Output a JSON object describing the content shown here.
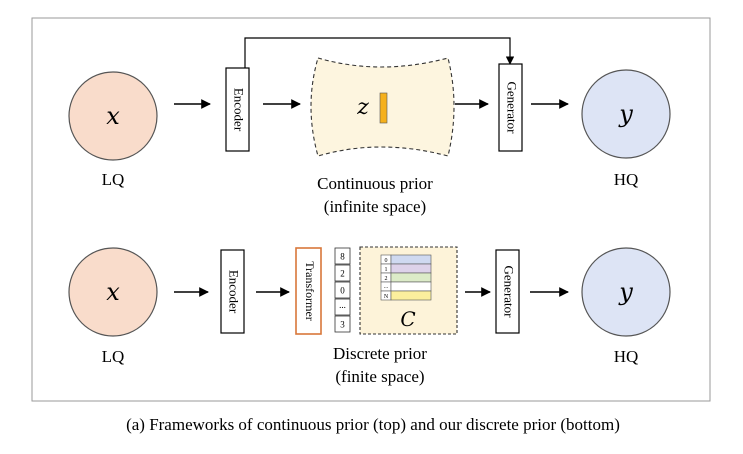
{
  "top": {
    "input_symbol": "x",
    "input_label": "LQ",
    "encoder_label": "Encoder",
    "latent_symbol": "z",
    "prior_label_line1": "Continuous prior",
    "prior_label_line2": "(infinite space)",
    "generator_label": "Generator",
    "output_symbol": "y",
    "output_label": "HQ"
  },
  "bottom": {
    "input_symbol": "x",
    "input_label": "LQ",
    "encoder_label": "Encoder",
    "transformer_label": "Transformer",
    "token_indices": [
      "8",
      "2",
      "0",
      "...",
      "3"
    ],
    "codebook_row_labels": [
      "0",
      "1",
      "2",
      "...",
      "N"
    ],
    "codebook_symbol": "C",
    "prior_label_line1": "Discrete prior",
    "prior_label_line2": "(finite space)",
    "generator_label": "Generator",
    "output_symbol": "y",
    "output_label": "HQ"
  },
  "caption": "(a) Frameworks of continuous prior (top) and our discrete prior (bottom)",
  "colors": {
    "lq_fill": "#f9dccb",
    "hq_fill": "#dde4f5",
    "prior_fill": "#fdf5df",
    "latent_bar": "#f5b01c",
    "transformer_border": "#d9773a",
    "codebook_fill": "#fdf3d9",
    "row_blue": "#cfd9f1",
    "row_purple": "#ddd2ea",
    "row_green": "#dcebc8",
    "row_yellow": "#fbef9d"
  }
}
